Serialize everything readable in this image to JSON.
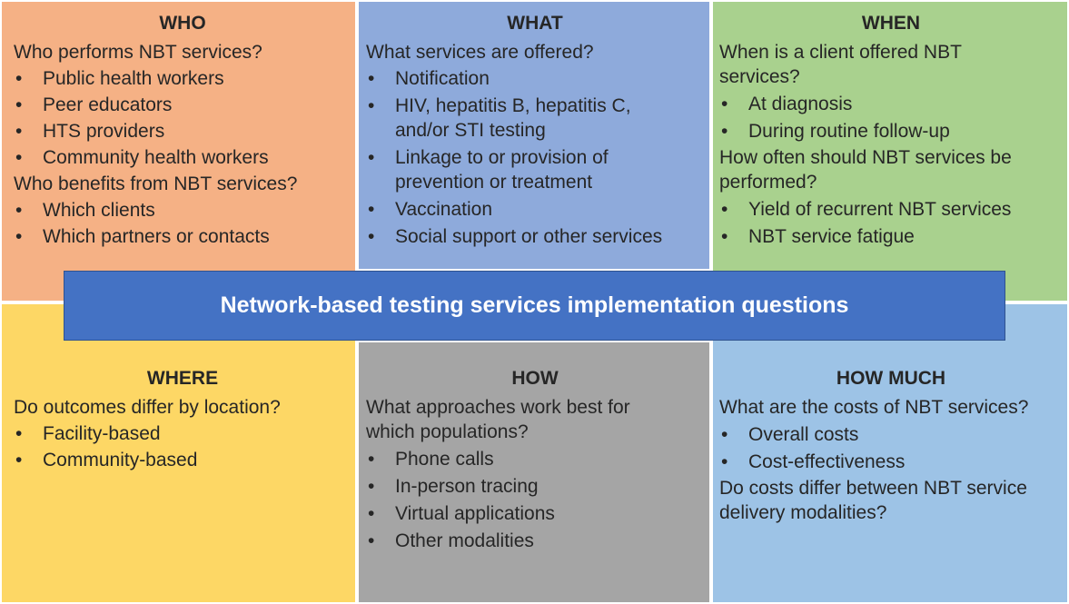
{
  "title": "Network-based testing services implementation questions",
  "colors": {
    "who": "#f5b185",
    "what": "#8eaadb",
    "when": "#a9d18e",
    "where": "#fdd765",
    "how": "#a5a5a5",
    "how_much": "#9dc3e6",
    "banner": "#4472c4"
  },
  "who": {
    "heading": "WHO",
    "q1": "Who performs NBT services?",
    "items1": [
      "Public health workers",
      "Peer educators",
      "HTS providers",
      "Community health workers"
    ],
    "q2": "Who benefits from NBT services?",
    "items2": [
      "Which clients",
      "Which partners or contacts"
    ]
  },
  "what": {
    "heading": "WHAT",
    "q1": "What services are offered?",
    "items1": [
      "Notification",
      "HIV, hepatitis B, hepatitis C, and/or STI testing",
      "Linkage to or provision of prevention or treatment",
      "Vaccination",
      "Social support or other services"
    ]
  },
  "when": {
    "heading": "WHEN",
    "q1": "When is a client offered NBT services?",
    "items1": [
      "At diagnosis",
      "During routine follow-up"
    ],
    "q2": "How often should NBT services be performed?",
    "items2": [
      "Yield of recurrent NBT services",
      "NBT service fatigue"
    ]
  },
  "where": {
    "heading": "WHERE",
    "q1": "Do outcomes differ by location?",
    "items1": [
      "Facility-based",
      "Community-based"
    ]
  },
  "how": {
    "heading": "HOW",
    "q1": "What approaches work best for which populations?",
    "items1": [
      "Phone calls",
      "In-person tracing",
      "Virtual applications",
      "Other modalities"
    ]
  },
  "how_much": {
    "heading": "HOW MUCH",
    "q1": "What are the costs of NBT services?",
    "items1": [
      "Overall costs",
      "Cost-effectiveness"
    ],
    "q2": "Do costs differ between NBT service delivery modalities?"
  }
}
